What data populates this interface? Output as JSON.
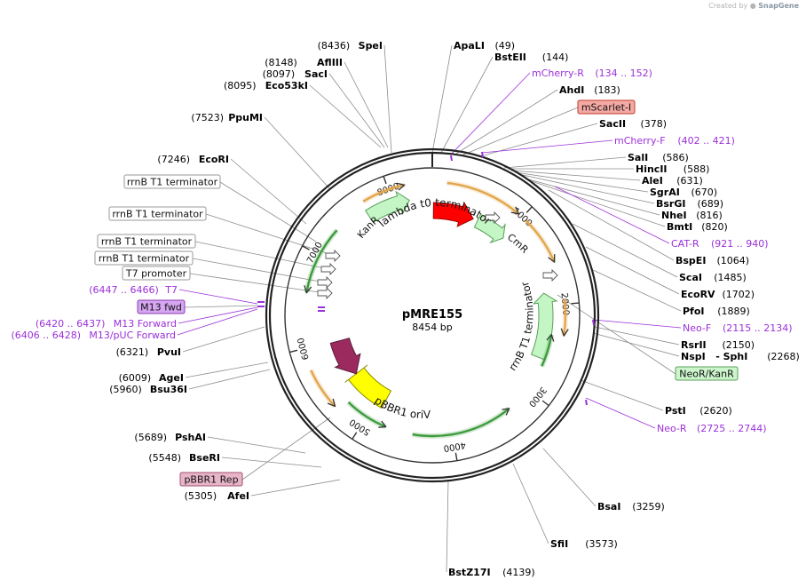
{
  "credit": {
    "prefix": "Created by",
    "brand": "SnapGene"
  },
  "plasmid": {
    "name": "pMRE155",
    "size": "8454 bp"
  },
  "ticks": [
    "1000",
    "2000",
    "3000",
    "4000",
    "5000",
    "6000",
    "7000",
    "8000"
  ],
  "feature_labels": {
    "lambda": "lambda t0 terminator",
    "cmr": "CmR",
    "kanr": "KanR",
    "rrnb": "rrnB T1 terminator",
    "oriv": "pBBR1 oriV"
  },
  "sites": [
    {
      "name": "SpeI",
      "pos": "(8436)"
    },
    {
      "name": "ApaLI",
      "pos": "(49)"
    },
    {
      "name": "BstEII",
      "pos": "(144)"
    },
    {
      "name": "AflIII",
      "pos": "(8148)"
    },
    {
      "name": "SacI",
      "pos": "(8097)"
    },
    {
      "name": "Eco53kI",
      "pos": "(8095)"
    },
    {
      "name": "AhdI",
      "pos": "(183)"
    },
    {
      "name": "PpuMI",
      "pos": "(7523)"
    },
    {
      "name": "SacII",
      "pos": "(378)"
    },
    {
      "name": "EcoRI",
      "pos": "(7246)"
    },
    {
      "name": "SalI",
      "pos": "(586)"
    },
    {
      "name": "HincII",
      "pos": "(588)"
    },
    {
      "name": "AleI",
      "pos": "(631)"
    },
    {
      "name": "SgrAI",
      "pos": "(670)"
    },
    {
      "name": "BsrGI",
      "pos": "(689)"
    },
    {
      "name": "NheI",
      "pos": "(816)"
    },
    {
      "name": "BmtI",
      "pos": "(820)"
    },
    {
      "name": "BspEI",
      "pos": "(1064)"
    },
    {
      "name": "ScaI",
      "pos": "(1485)"
    },
    {
      "name": "EcoRV",
      "pos": "(1702)"
    },
    {
      "name": "PfoI",
      "pos": "(1889)"
    },
    {
      "name": "RsrII",
      "pos": "(2150)"
    },
    {
      "name": "NspI",
      "pos": "- SphI"
    },
    {
      "name": "PvuI",
      "pos": "(6321)"
    },
    {
      "name": "AgeI",
      "pos": "(6009)"
    },
    {
      "name": "Bsu36I",
      "pos": "(5960)"
    },
    {
      "name": "PstI",
      "pos": "(2620)"
    },
    {
      "name": "PshAI",
      "pos": "(5689)"
    },
    {
      "name": "BseRI",
      "pos": "(5548)"
    },
    {
      "name": "BsaI",
      "pos": "(3259)"
    },
    {
      "name": "AfeI",
      "pos": "(5305)"
    },
    {
      "name": "SfiI",
      "pos": "(3573)"
    },
    {
      "name": "BstZ17I",
      "pos": "(4139)"
    }
  ],
  "nspi_tail": "(2268)",
  "primers": [
    {
      "name": "mCherry-R",
      "range": "(134 .. 152)"
    },
    {
      "name": "mCherry-F",
      "range": "(402 .. 421)"
    },
    {
      "name": "CAT-R",
      "range": "(921 .. 940)"
    },
    {
      "name": "Neo-F",
      "range": "(2115 .. 2134)"
    },
    {
      "name": "Neo-R",
      "range": "(2725 .. 2744)"
    },
    {
      "name": "T7",
      "range": "(6447 .. 6466)"
    },
    {
      "name": "M13 Forward",
      "range": "(6420 .. 6437)"
    },
    {
      "name": "M13/pUC Forward",
      "range": "(6406 .. 6428)"
    }
  ],
  "boxes": [
    {
      "label": "mScarlet-I",
      "fill": "#f4a9a4",
      "stroke": "#c0392b"
    },
    {
      "label": "rrnB T1 terminator",
      "fill": "#ffffff",
      "stroke": "#9a9a9a"
    },
    {
      "label": "rrnB T1 terminator",
      "fill": "#ffffff",
      "stroke": "#9a9a9a"
    },
    {
      "label": "rrnB T1 terminator",
      "fill": "#ffffff",
      "stroke": "#9a9a9a"
    },
    {
      "label": "rrnB T1 terminator",
      "fill": "#ffffff",
      "stroke": "#9a9a9a"
    },
    {
      "label": "T7 promoter",
      "fill": "#ffffff",
      "stroke": "#9a9a9a"
    },
    {
      "label": "M13 fwd",
      "fill": "#d6a6f2",
      "stroke": "#8a3fb0"
    },
    {
      "label": "NeoR/KanR",
      "fill": "#ccf5cc",
      "stroke": "#5a9e5a"
    },
    {
      "label": "pBBR1 Rep",
      "fill": "#e8b4c8",
      "stroke": "#a0506e"
    }
  ],
  "colors": {
    "backbone": "#222222",
    "site": "#000000",
    "primer": "#9b30d9",
    "leader": "#8c8c8c",
    "lambda": "#ff0000",
    "marker": "#c4f5c4",
    "marker_stroke": "#5aa05a",
    "oriv": "#ffff00",
    "rep": "#9b2a5f",
    "orange": "#e2a64a",
    "green": "#3c9a3c"
  }
}
